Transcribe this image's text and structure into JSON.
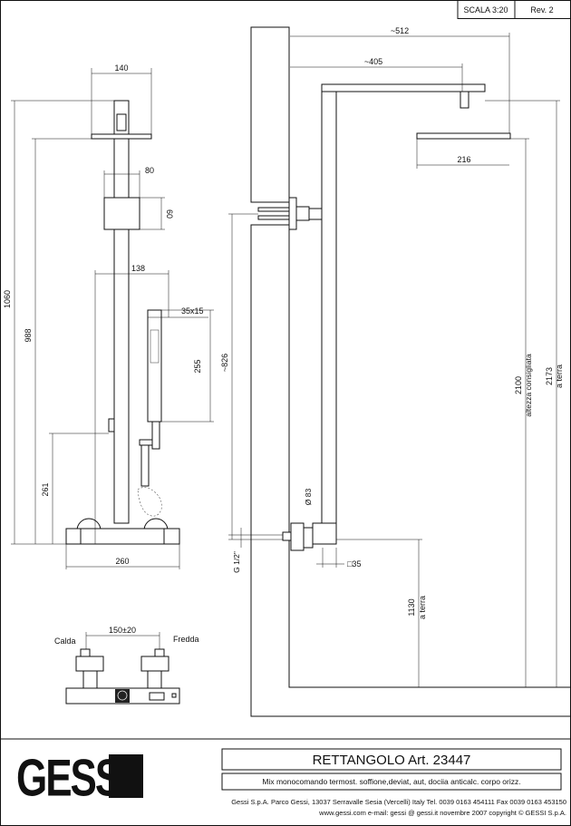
{
  "header": {
    "scale": "SCALA 3:20",
    "revision": "Rev. 2"
  },
  "front_view": {
    "dim_head_width": "140",
    "dim_bracket_width": "80",
    "dim_bracket_height": "60",
    "dim_hand_offset": "138",
    "dim_hand_section": "35x15",
    "dim_hand_length": "255",
    "dim_total_height": "1060",
    "dim_head_height": "988",
    "dim_holder_height": "261",
    "dim_mixer_width": "260"
  },
  "mixer_top_view": {
    "dim_centres": "150±20",
    "hot_label": "Calda",
    "cold_label": "Fredda"
  },
  "side_view": {
    "dim_arm_total": "~512",
    "dim_arm_head": "~405",
    "dim_head_width": "216",
    "dim_diverter_height": "~826",
    "dim_pipe_diameter": "Ø 83",
    "dim_thread": "G 1/2\"",
    "dim_mixer_section": "□35",
    "dim_mixer_height": "1130",
    "dim_mixer_height_note": "a terra",
    "dim_recommended_height": "2100",
    "dim_recommended_note": "altezza consigliata",
    "dim_overall_height": "2173",
    "dim_overall_note": "a terra"
  },
  "title_block": {
    "brand": "GESSI",
    "product": "RETTANGOLO  Art. 23447",
    "description": "Mix monocomando termost. soffione,deviat, aut, dociia anticalc. corpo orizz.",
    "address": "Gessi S.p.A. Parco Gessi, 13037 Serravalle Sesia (Vercelli) Italy Tel. 0039  0163 454111 Fax 0039 0163 453150",
    "contacts": "www.gessi.com e-mail: gessi @ gessi.it novembre 2007 copyright © GESSI S.p.A."
  }
}
